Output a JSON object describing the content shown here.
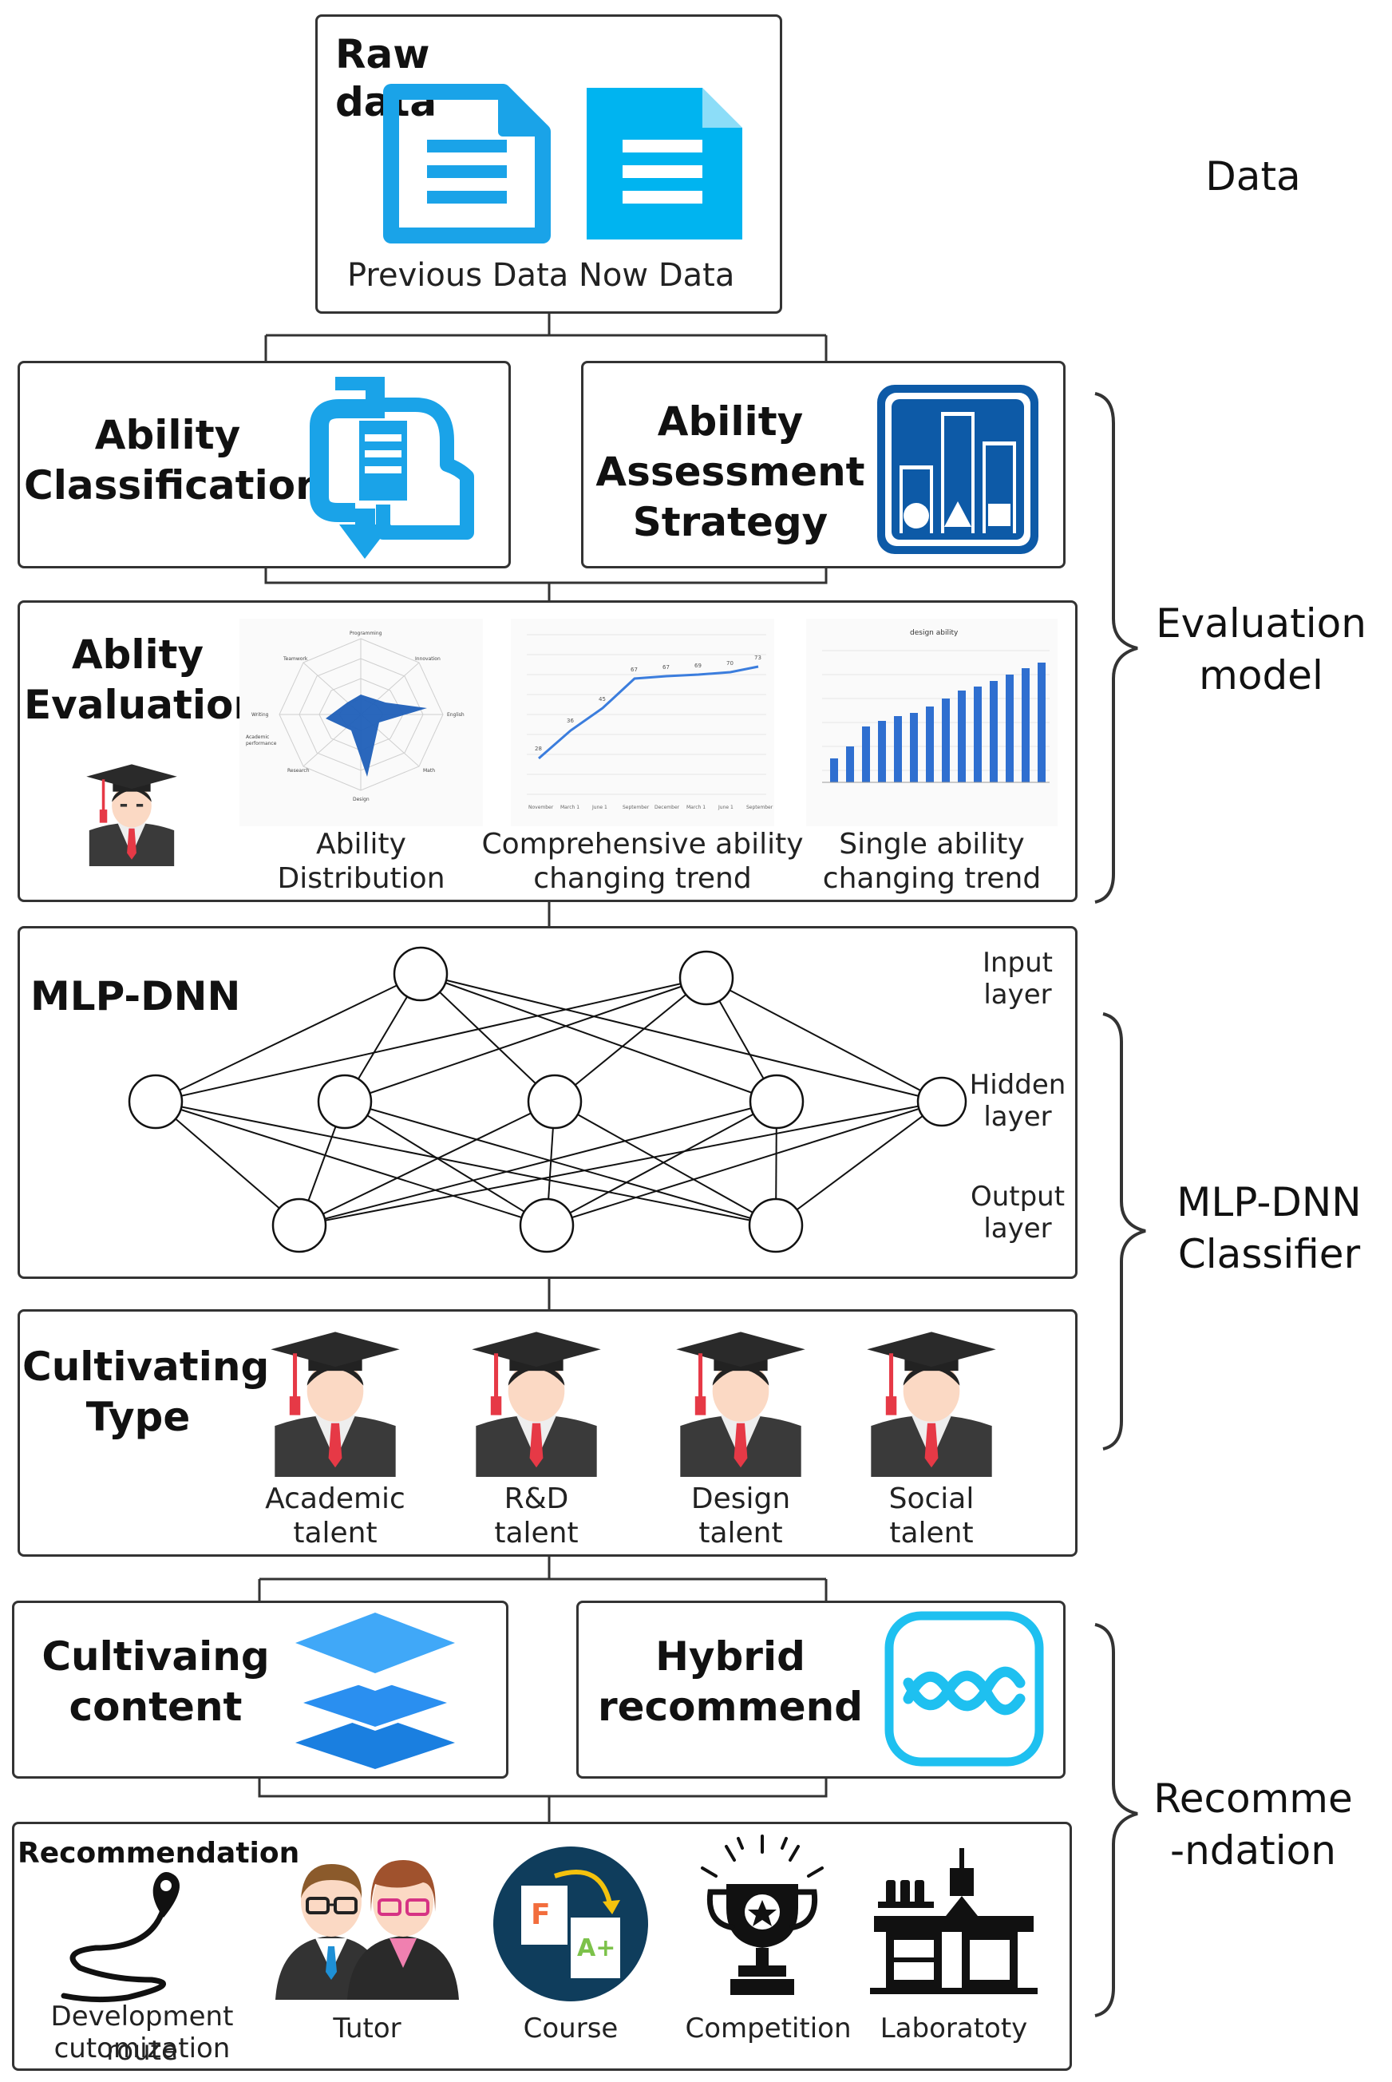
{
  "raw_data": {
    "title": "Raw data",
    "previous": "Previous Data",
    "now": "Now Data"
  },
  "side_labels": {
    "data": "Data",
    "evaluation_line1": "Evaluation",
    "evaluation_line2": "model",
    "mlp_line1": "MLP-DNN",
    "mlp_line2": "Classifier",
    "rec_line1": "Recomme",
    "rec_line2": "-ndation"
  },
  "ability_classification": {
    "line1": "Ability",
    "line2": "Classification"
  },
  "ability_assessment": {
    "line1": "Ability",
    "line2": "Assessment",
    "line3": "Strategy"
  },
  "ability_evaluation": {
    "line1": "Ablity",
    "line2": "Evaluation",
    "dist_line1": "Ability",
    "dist_line2": "Distribution",
    "comp_line1": "Comprehensive ability",
    "comp_line2": "changing trend",
    "single_line1": "Single ability",
    "single_line2": "changing trend",
    "single_chart_title": "design ability"
  },
  "mlp": {
    "title": "MLP-DNN",
    "input_line1": "Input",
    "input_line2": "layer",
    "hidden_line1": "Hidden",
    "hidden_line2": "layer",
    "output_line1": "Output",
    "output_line2": "layer"
  },
  "cultivating_type": {
    "line1": "Cultivating",
    "line2": "Type",
    "items": [
      {
        "line1": "Academic",
        "line2": "talent"
      },
      {
        "line1": "R&D",
        "line2": "talent"
      },
      {
        "line1": "Design",
        "line2": "talent"
      },
      {
        "line1": "Social",
        "line2": "talent"
      }
    ]
  },
  "cultivating_content": {
    "line1": "Cultivaing",
    "line2": "content"
  },
  "hybrid": {
    "line1": "Hybrid",
    "line2": "recommend"
  },
  "recommendation": {
    "title": "Recommendation",
    "route_line1": "Development route",
    "route_line2": "cutomization",
    "tutor": "Tutor",
    "course": "Course",
    "competition": "Competition",
    "laboratory": "Laboratoty",
    "grade_f": "F",
    "grade_a": "A+"
  },
  "colors": {
    "icon_blue": "#1aa3e8",
    "bar_blue": "#2f6fd0",
    "dark_blue": "#0d5aa7",
    "gown": "#3a3a3a"
  }
}
